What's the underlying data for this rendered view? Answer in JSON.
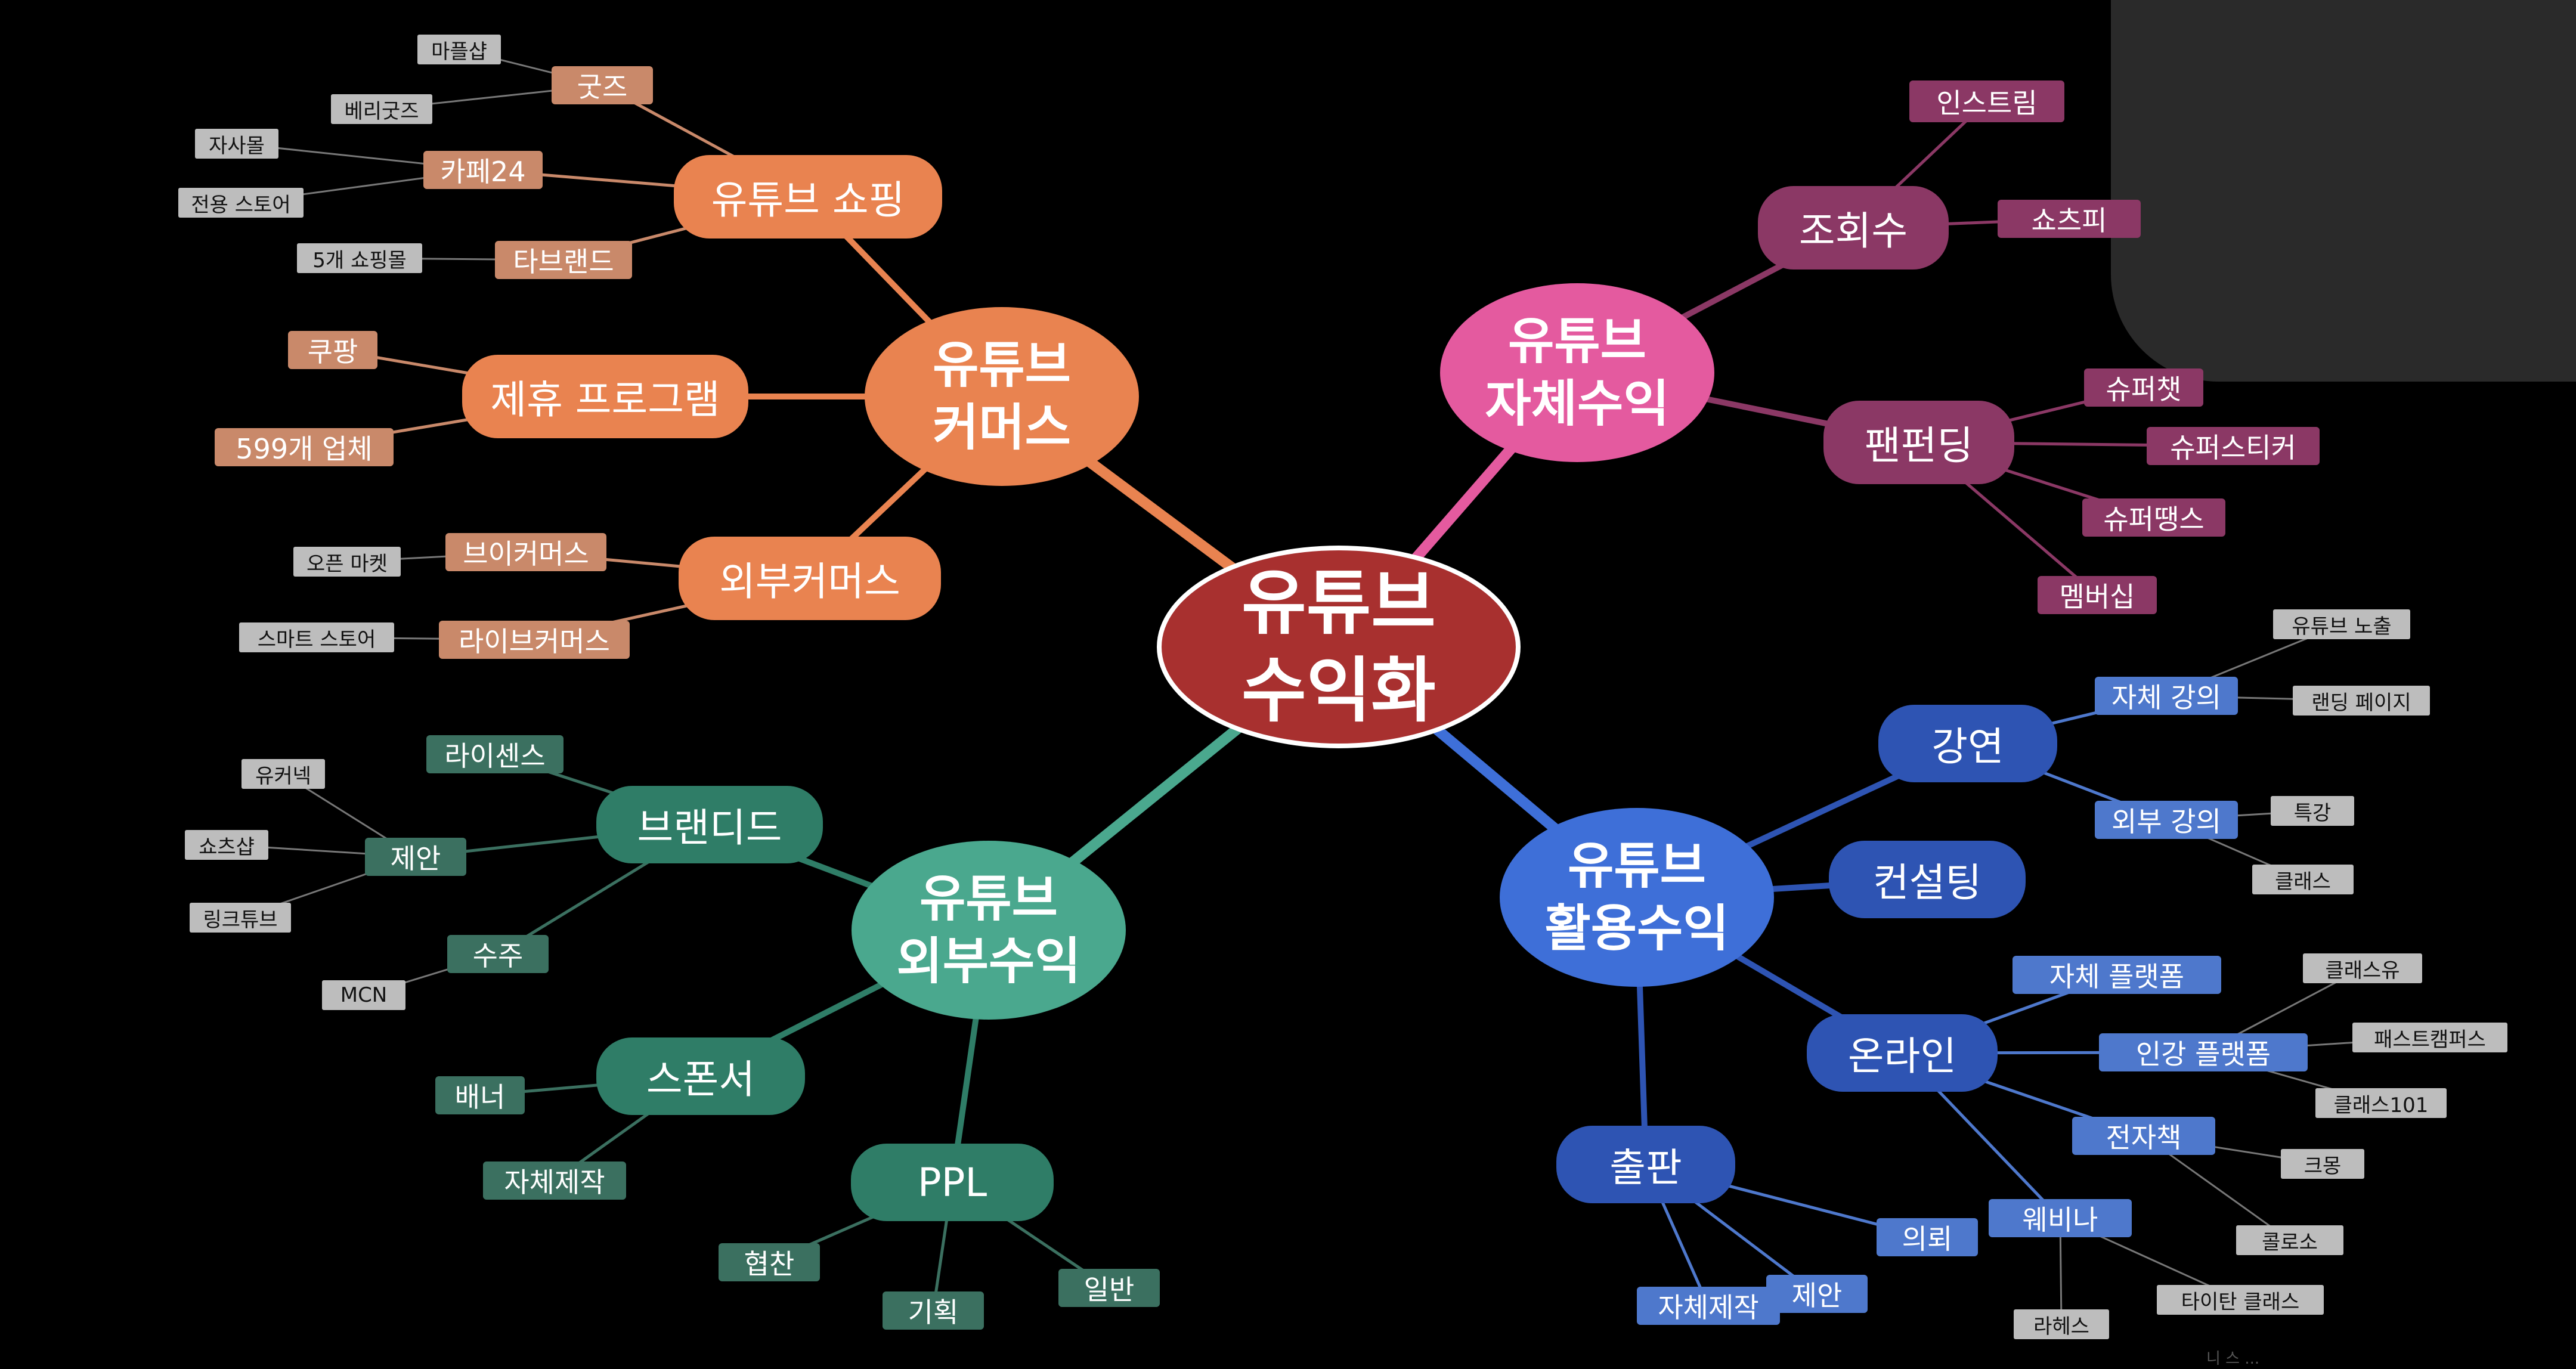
{
  "colors": {
    "center": "#a8302f",
    "orange": "#e98350",
    "orange_tag": "#c9896a",
    "pink": "#e45a9f",
    "pink_tag": "#8b3865",
    "blue": "#3e6fd8",
    "blue_pill": "#2e54b3",
    "blue_tag": "#4e78cc",
    "teal": "#4aa88e",
    "teal_pill": "#2f7d67",
    "teal_tag": "#3b7060",
    "leaf": "#bdbdbd"
  },
  "center": {
    "label": "유튜브\n수익화"
  },
  "branches": {
    "commerce": {
      "label": "유튜브\n커머스",
      "shopping": {
        "label": "유튜브 쇼핑",
        "goods": "굿즈",
        "goods_1": "마플샵",
        "goods_2": "베리굿즈",
        "cafe24": "카페24",
        "cafe24_1": "자사몰",
        "cafe24_2": "전용 스토어",
        "tabrand": "타브랜드",
        "tabrand_1": "5개 쇼핑몰"
      },
      "affiliate": {
        "label": "제휴 프로그램",
        "coupang": "쿠팡",
        "companies": "599개 업체"
      },
      "external": {
        "label": "외부커머스",
        "vcommerce": "브이커머스",
        "open_market": "오픈 마켓",
        "livecommerce": "라이브커머스",
        "smart_store": "스마트 스토어"
      }
    },
    "own": {
      "label": "유튜브\n자체수익",
      "views": {
        "label": "조회수",
        "instagram": "인스트림",
        "shorts": "쇼츠피"
      },
      "fanfunding": {
        "label": "팬펀딩",
        "superchat": "슈퍼챗",
        "supersticker": "슈퍼스티커",
        "superthanks": "슈퍼땡스",
        "membership": "멤버십"
      }
    },
    "utilize": {
      "label": "유튜브\n활용수익",
      "lecture": {
        "label": "강연",
        "self_lecture": "자체 강의",
        "youtube_exposure": "유튜브 노출",
        "landing_page": "랜딩 페이지",
        "ext_lecture": "외부 강의",
        "special": "특강",
        "class": "클래스"
      },
      "consulting": {
        "label": "컨설팅"
      },
      "online": {
        "label": "온라인",
        "own_platform": "자체 플랫폼",
        "lecture_platform": "인강 플랫폼",
        "classu": "클래스유",
        "fastcampus": "패스트캠퍼스",
        "class101": "클래스101",
        "ebook": "전자책",
        "kmong": "크몽",
        "colosso": "콜로소",
        "webinar": "웨비나",
        "lahaes": "라헤스",
        "titan": "타이탄 클래스"
      },
      "publish": {
        "label": "출판",
        "commission": "의뢰",
        "proposal": "제안",
        "selfmade": "자체제작"
      }
    },
    "external": {
      "label": "유튜브\n외부수익",
      "branded": {
        "label": "브랜디드",
        "license": "라이센스",
        "proposal": "제안",
        "youcommerce": "유커넥",
        "shorts_shop": "쇼츠샵",
        "linktube": "링크튜브",
        "order": "수주",
        "mcn": "MCN"
      },
      "sponsor": {
        "label": "스폰서",
        "banner": "배너",
        "selfmade": "자체제작"
      },
      "ppl": {
        "label": "PPL",
        "coop": "협찬",
        "plan": "기획",
        "general": "일반"
      }
    }
  },
  "footer": "니 스 ..."
}
